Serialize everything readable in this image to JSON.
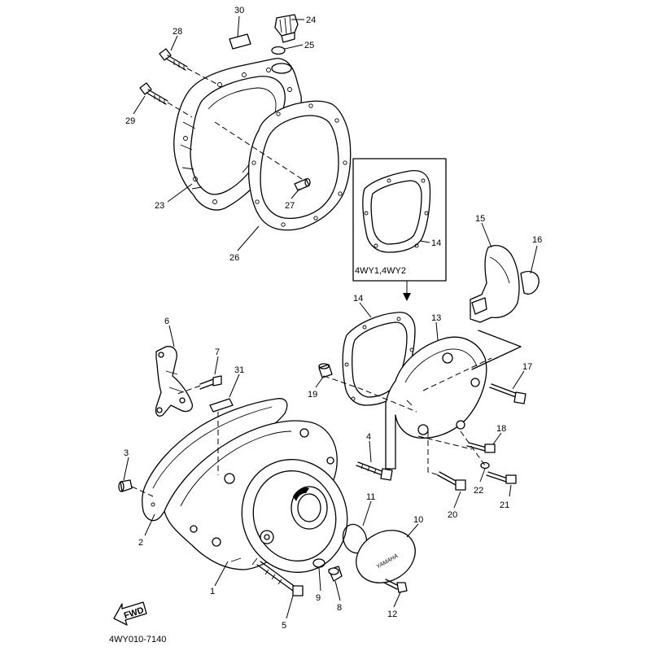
{
  "diagram": {
    "part_numbers": [
      "1",
      "2",
      "3",
      "4",
      "5",
      "6",
      "7",
      "8",
      "9",
      "10",
      "11",
      "12",
      "13",
      "14",
      "15",
      "16",
      "17",
      "18",
      "19",
      "20",
      "21",
      "22",
      "23",
      "24",
      "25",
      "26",
      "27",
      "28",
      "29",
      "30",
      "31"
    ],
    "inset_numbers": [
      "14"
    ],
    "inset_label": "4WY1,4WY2",
    "footer_code": "4WY010-7140",
    "fwd_label": "FWD",
    "cover_logo": "YAMAHA"
  }
}
